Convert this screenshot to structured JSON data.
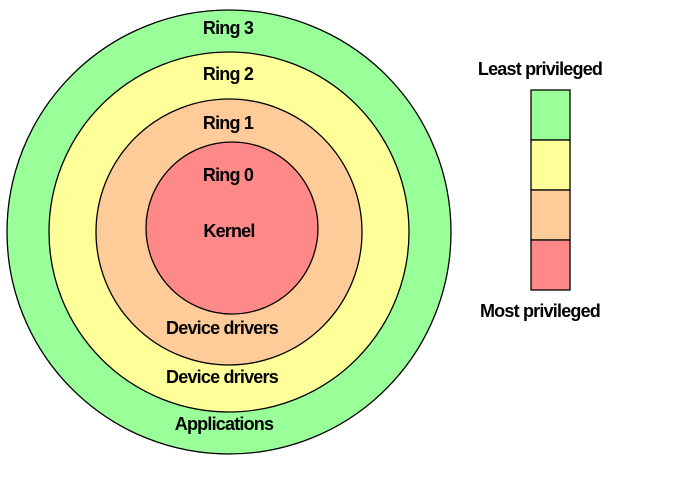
{
  "rings": [
    {
      "name": "Ring 3",
      "content": "Applications",
      "color": "#99ff99"
    },
    {
      "name": "Ring 2",
      "content": "Device drivers",
      "color": "#ffff99"
    },
    {
      "name": "Ring 1",
      "content": "Device drivers",
      "color": "#ffcc99"
    },
    {
      "name": "Ring 0",
      "content": "Kernel",
      "color": "#ff8888"
    }
  ],
  "legend": {
    "top_label": "Least privileged",
    "bottom_label": "Most privileged"
  }
}
